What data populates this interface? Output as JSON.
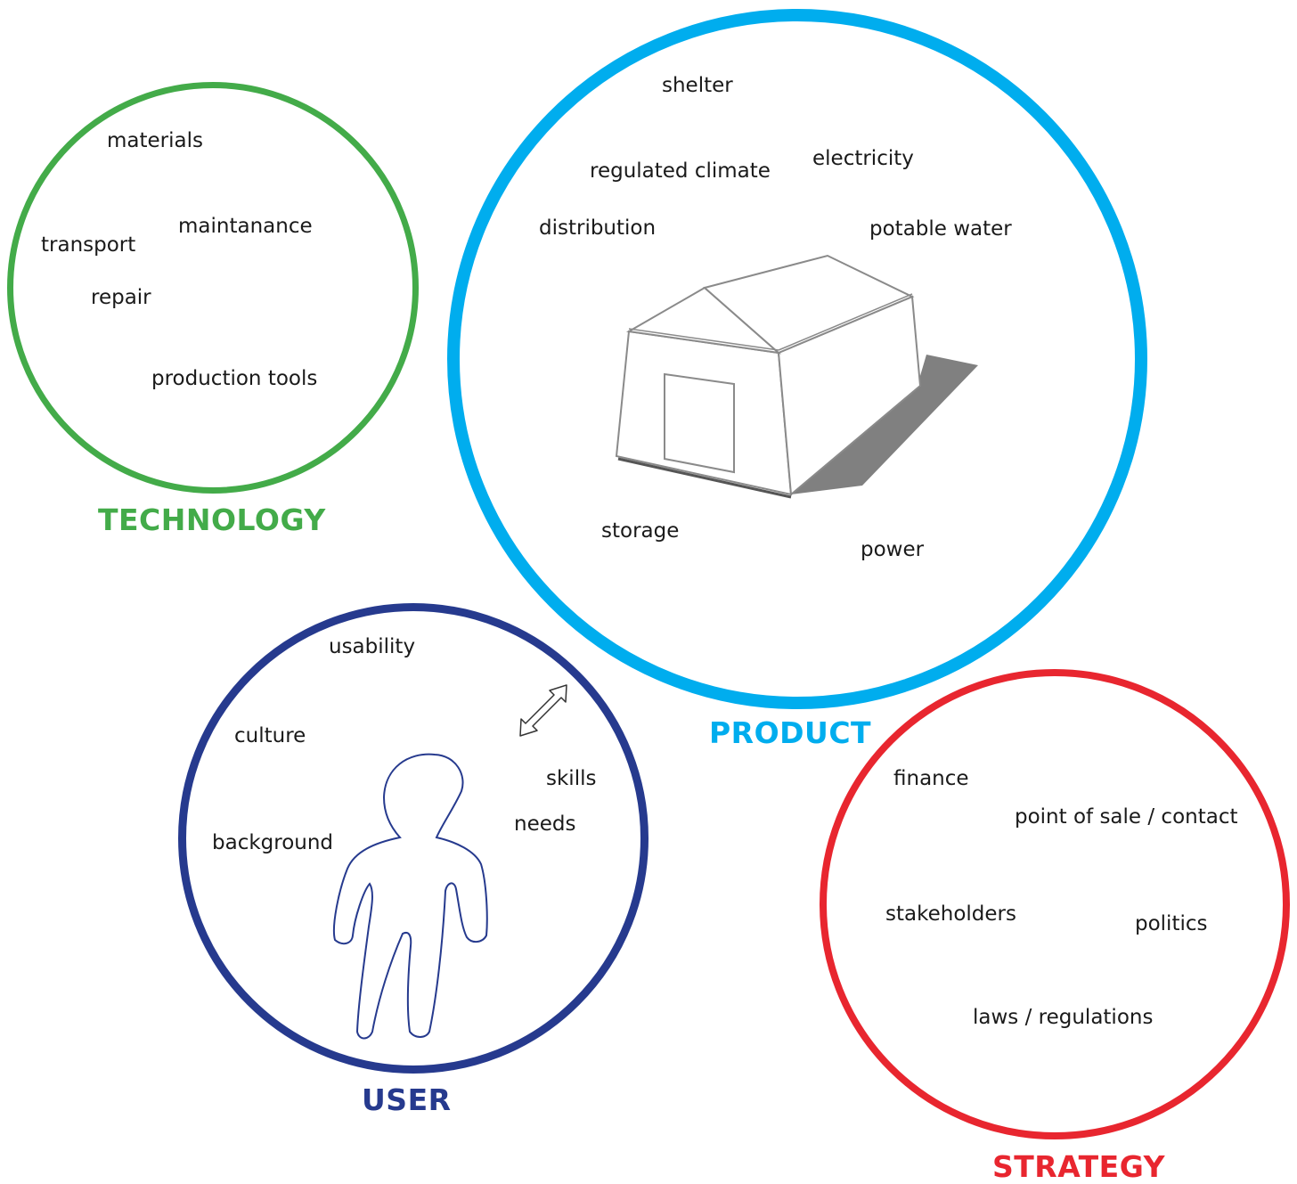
{
  "colors": {
    "technology": "#43ab49",
    "product": "#00adee",
    "user": "#263a8e",
    "strategy": "#e8262f",
    "text": "#1a1a1a",
    "shadow": "#808080"
  },
  "icons": {
    "house": "tent-shelter-icon",
    "person": "person-outline-icon",
    "arrow": "double-arrow-icon"
  },
  "technology": {
    "title": "TECHNOLOGY",
    "items": [
      "materials",
      "maintanance",
      "transport",
      "repair",
      "production tools"
    ]
  },
  "product": {
    "title": "PRODUCT",
    "items": [
      "shelter",
      "regulated climate",
      "electricity",
      "distribution",
      "potable water",
      "storage",
      "power"
    ]
  },
  "user": {
    "title": "USER",
    "items": [
      "usability",
      "culture",
      "skills",
      "needs",
      "background"
    ]
  },
  "strategy": {
    "title": "STRATEGY",
    "items": [
      "finance",
      "point of sale / contact",
      "stakeholders",
      "politics",
      "laws / regulations"
    ]
  }
}
